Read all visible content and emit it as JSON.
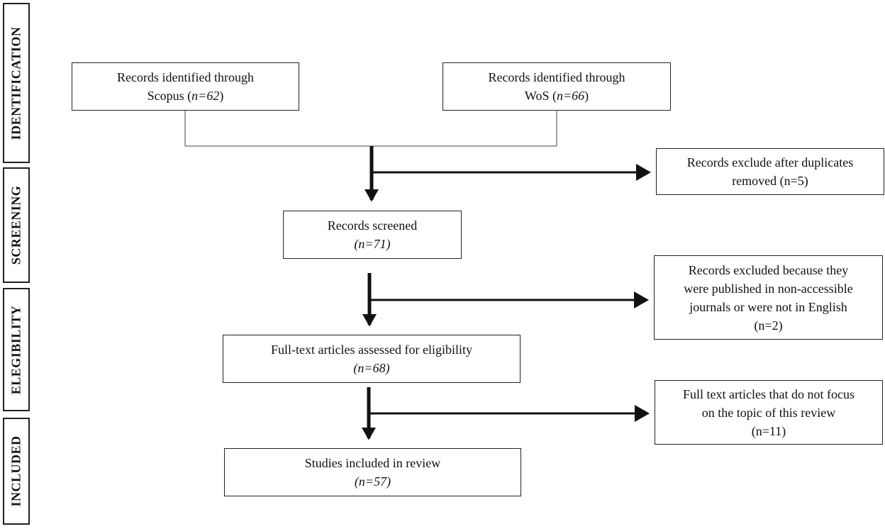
{
  "stages": {
    "identification": "IDENTIFICATION",
    "screening": "SCREENING",
    "eligibility": "ELEGIBILITY",
    "included": "INCLUDED"
  },
  "boxes": {
    "scopus": {
      "line1": "Records identified through",
      "line2_prefix": "Scopus (",
      "count": "n=62",
      "line2_suffix": ")"
    },
    "wos": {
      "line1": "Records identified through",
      "line2_prefix": "WoS (",
      "count": "n=66",
      "line2_suffix": ")"
    },
    "duplicates": {
      "line1": "Records exclude after duplicates",
      "line2": "removed (n=5)"
    },
    "screened": {
      "line1": "Records screened",
      "count_open": "(",
      "count": "n=71",
      "count_close": ")"
    },
    "excluded_access": {
      "line1": "Records excluded because they",
      "line2": "were published in non-accessible",
      "line3": "journals or were not in English",
      "line4": "(n=2)"
    },
    "fulltext": {
      "line1": "Full-text articles assessed for eligibility",
      "count_open": "(",
      "count": "n=68",
      "count_close": ")"
    },
    "excluded_topic": {
      "line1": "Full text articles that do not focus",
      "line2": "on the topic of this review",
      "line3": "(n=11)"
    },
    "included": {
      "line1": "Studies included in review",
      "count_open": "(",
      "count": "n=57",
      "count_close": ")"
    }
  }
}
